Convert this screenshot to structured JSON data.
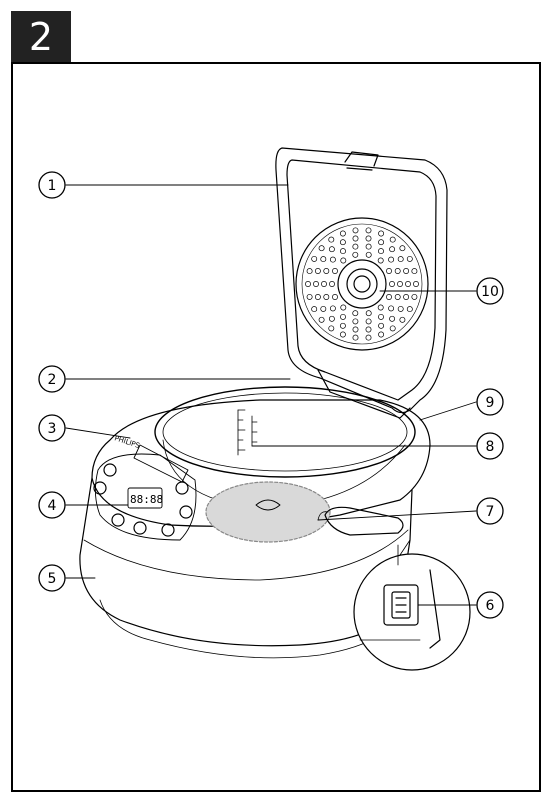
{
  "figure_number": "2",
  "brand": "PHILIPS",
  "display_readout": "88:88",
  "callouts": [
    {
      "label": "1"
    },
    {
      "label": "2"
    },
    {
      "label": "3"
    },
    {
      "label": "4"
    },
    {
      "label": "5"
    },
    {
      "label": "6"
    },
    {
      "label": "7"
    },
    {
      "label": "8"
    },
    {
      "label": "9"
    },
    {
      "label": "10"
    }
  ]
}
